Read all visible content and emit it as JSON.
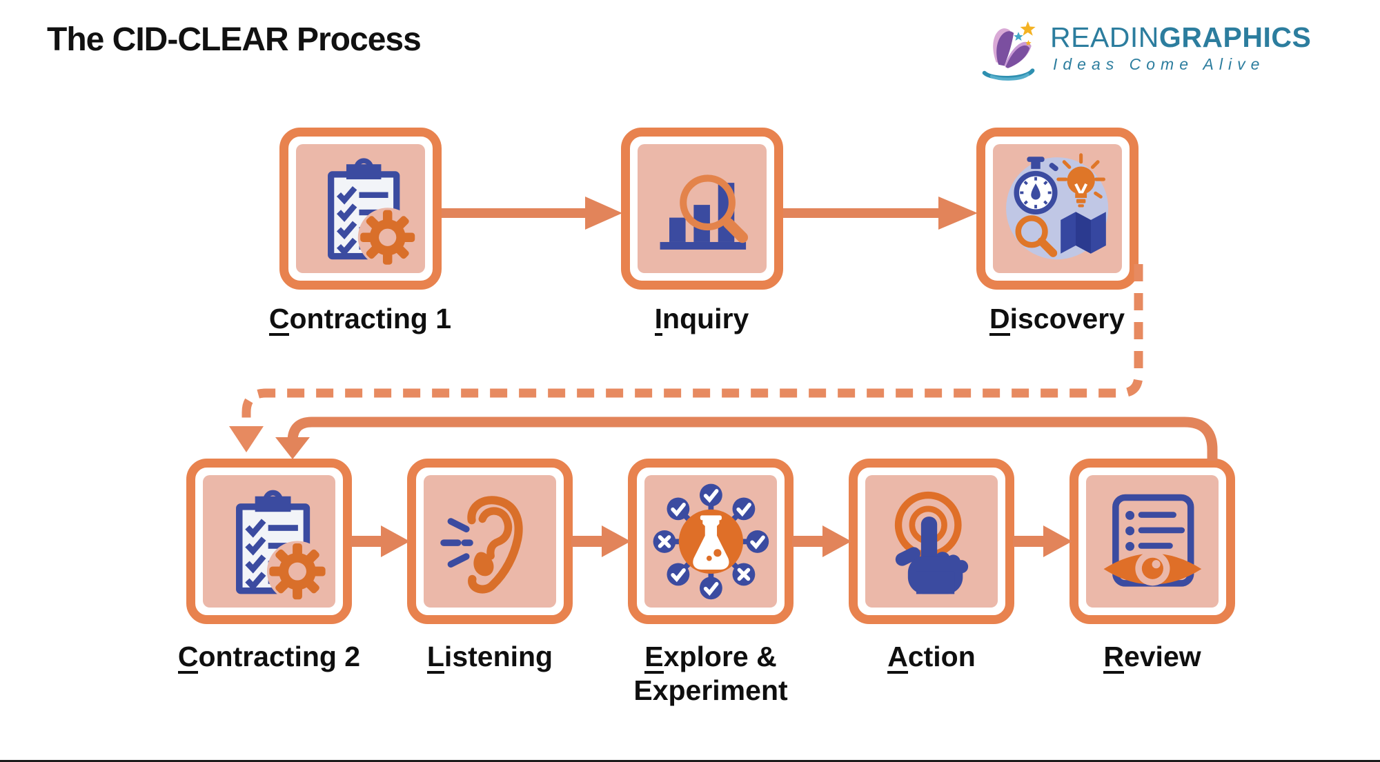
{
  "title": "The CID-CLEAR Process",
  "logo": {
    "brand_regular": "READIN",
    "brand_bold": "GRAPHICS",
    "tagline": "Ideas Come Alive"
  },
  "steps": {
    "contracting1": {
      "initial": "C",
      "rest": "ontracting 1",
      "icon": "clipboard-gear-icon"
    },
    "inquiry": {
      "initial": "I",
      "rest": "nquiry",
      "icon": "bar-chart-magnifier-icon"
    },
    "discovery": {
      "initial": "D",
      "rest": "iscovery",
      "icon": "stopwatch-bulb-map-magnifier-icon"
    },
    "contracting2": {
      "initial": "C",
      "rest": "ontracting 2",
      "icon": "clipboard-gear-icon"
    },
    "listening": {
      "initial": "L",
      "rest": "istening",
      "icon": "ear-icon"
    },
    "explore": {
      "initial": "E",
      "rest": "xplore &",
      "line2": "Experiment",
      "icon": "flask-network-icon"
    },
    "action": {
      "initial": "A",
      "rest": "ction",
      "icon": "tap-hand-icon"
    },
    "review": {
      "initial": "R",
      "rest": "eview",
      "icon": "document-eye-icon"
    }
  },
  "connectors": {
    "discovery_to_contracting2": {
      "style": "dashed"
    },
    "review_to_contracting2": {
      "style": "solid-loop"
    },
    "top_row_arrows": [
      "contracting1-to-inquiry",
      "inquiry-to-discovery"
    ],
    "bottom_row_arrows": [
      "contracting2-to-listening",
      "listening-to-explore",
      "explore-to-action",
      "action-to-review"
    ]
  },
  "colors": {
    "accent_orange": "#E8824E",
    "icon_dark_orange": "#D96F2A",
    "panel_pink": "#EBB8A9",
    "icon_blue": "#3B4BA0",
    "discovery_circle_bg": "#C0C7E5",
    "logo_teal": "#2C7D9E",
    "title_text": "#111111"
  }
}
